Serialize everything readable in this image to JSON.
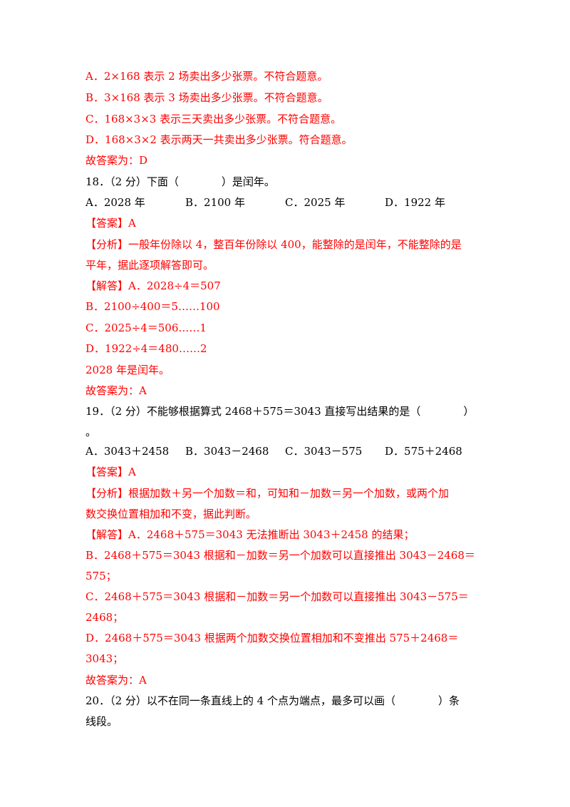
{
  "colors": {
    "answer_red": "#ff0000",
    "text_black": "#000000"
  },
  "q17_tail": {
    "analysis_A": "A．2×168 表示 2 场卖出多少张票。不符合题意。",
    "analysis_B": "B．3×168 表示 3 场卖出多少张票。不符合题意。",
    "analysis_C": "C．168×3×3 表示三天卖出多少张票。不符合题意。",
    "analysis_D": "D．168×3×2 表示两天一共卖出多少张票。符合题意。",
    "final": "故答案为：D"
  },
  "q18": {
    "question": "18．（2 分）下面（　　　　）是闰年。",
    "options": [
      "A．2028 年",
      "B．2100 年",
      "C．2025 年",
      "D．1922 年"
    ],
    "answer": "【答案】A",
    "analysis_line1": "【分析】一般年份除以 4，整百年份除以 400，能整除的是闰年，不能整除的是",
    "analysis_line2": "平年，据此逐项解答即可。",
    "solution_A": "【解答】A．2028÷4＝507",
    "solution_B": "B．2100÷400＝5……100",
    "solution_C": "C．2025÷4＝506……1",
    "solution_D": "D．1922÷4＝480……2",
    "conclusion": "2028 年是闰年。",
    "final": "故答案为：A"
  },
  "q19": {
    "question": "19．（2 分）不能够根据算式 2468＋575＝3043 直接写出结果的是（　　　　）",
    "question_end": "。",
    "options": [
      "A．3043＋2458",
      "B．3043－2468",
      "C．3043－575",
      "D．575＋2468"
    ],
    "answer": "【答案】A",
    "analysis_line1": "【分析】根据加数＋另一个加数＝和，可知和－加数＝另一个加数，或两个加",
    "analysis_line2": "数交换位置相加和不变，据此判断。",
    "solution_A": "【解答】A．2468＋575＝3043 无法推断出 3043＋2458 的结果；",
    "solution_B1": "B．2468＋575＝3043 根据和－加数＝另一个加数可以直接推出 3043－2468＝",
    "solution_B2": "575；",
    "solution_C1": "C．2468＋575＝3043 根据和－加数＝另一个加数可以直接推出 3043－575＝",
    "solution_C2": "2468；",
    "solution_D1": "D．2468＋575＝3043 根据两个加数交换位置相加和不变推出 575＋2468＝",
    "solution_D2": "3043；",
    "final": "故答案为：A"
  },
  "q20": {
    "question_line1": "20．（2 分）以不在同一条直线上的 4 个点为端点，最多可以画（　　　　）条",
    "question_line2": "线段。"
  }
}
